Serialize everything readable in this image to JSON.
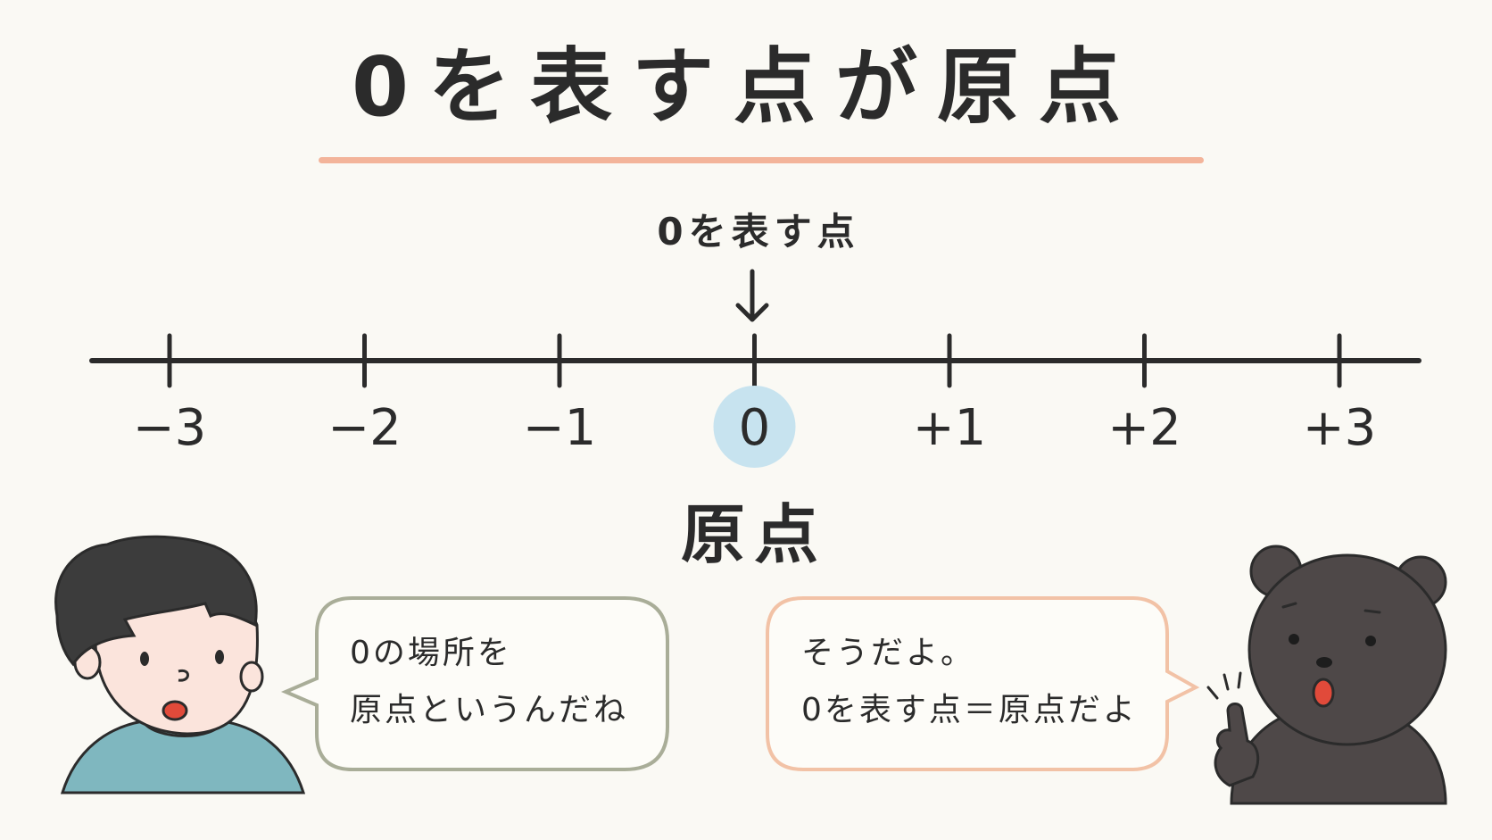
{
  "title": "0を表す点が原点",
  "pointer_label": "0を表す点",
  "arrow_glyph": "↓",
  "origin_label": "原点",
  "number_line": {
    "ticks": [
      "−3",
      "−2",
      "−1",
      "0",
      "+1",
      "+2",
      "+3"
    ],
    "highlighted_index": 3,
    "highlight_color": "#c7e3ef"
  },
  "speech_left": {
    "lines": [
      "0の場所を",
      "原点というんだね"
    ],
    "border_color": "#a9ad98"
  },
  "speech_right": {
    "lines": [
      "そうだよ。",
      "0を表す点＝原点だよ"
    ],
    "border_color": "#f2c2a6"
  },
  "characters": {
    "left": "boy",
    "right": "bear"
  },
  "colors": {
    "background": "#faf9f4",
    "ink": "#2b2b2b",
    "title_underline": "#f3b49a"
  }
}
